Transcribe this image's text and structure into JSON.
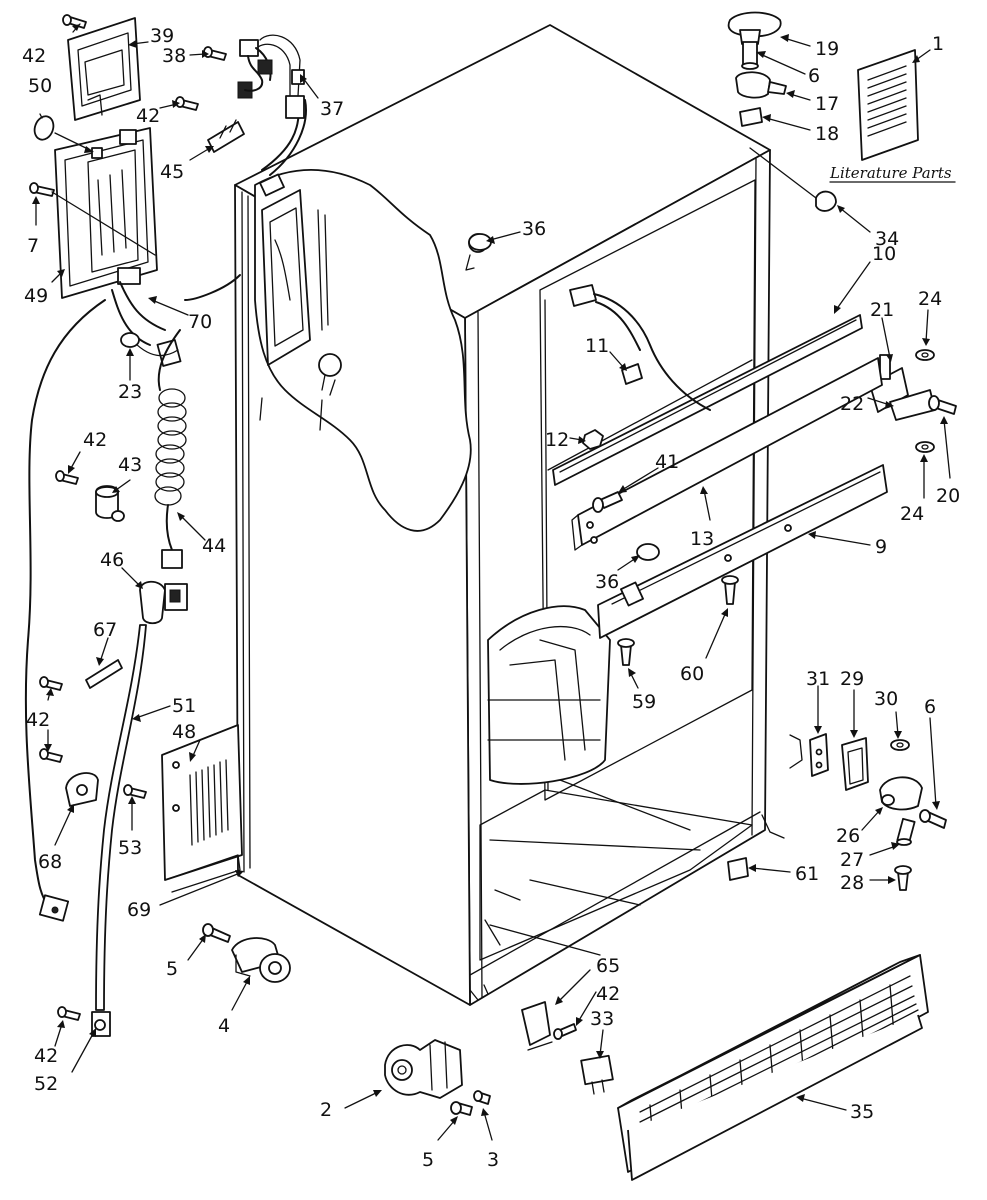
{
  "literature_caption": "Literature Parts",
  "callouts": [
    {
      "id": "c1",
      "text": "1"
    },
    {
      "id": "c2",
      "text": "2"
    },
    {
      "id": "c3",
      "text": "3"
    },
    {
      "id": "c4",
      "text": "4"
    },
    {
      "id": "c5a",
      "text": "5"
    },
    {
      "id": "c5b",
      "text": "5"
    },
    {
      "id": "c6a",
      "text": "6"
    },
    {
      "id": "c6b",
      "text": "6"
    },
    {
      "id": "c7",
      "text": "7"
    },
    {
      "id": "c9",
      "text": "9"
    },
    {
      "id": "c10",
      "text": "10"
    },
    {
      "id": "c11",
      "text": "11"
    },
    {
      "id": "c12",
      "text": "12"
    },
    {
      "id": "c13",
      "text": "13"
    },
    {
      "id": "c17",
      "text": "17"
    },
    {
      "id": "c18",
      "text": "18"
    },
    {
      "id": "c19",
      "text": "19"
    },
    {
      "id": "c20",
      "text": "20"
    },
    {
      "id": "c21",
      "text": "21"
    },
    {
      "id": "c22",
      "text": "22"
    },
    {
      "id": "c23",
      "text": "23"
    },
    {
      "id": "c24a",
      "text": "24"
    },
    {
      "id": "c24b",
      "text": "24"
    },
    {
      "id": "c26",
      "text": "26"
    },
    {
      "id": "c27",
      "text": "27"
    },
    {
      "id": "c28",
      "text": "28"
    },
    {
      "id": "c29",
      "text": "29"
    },
    {
      "id": "c30",
      "text": "30"
    },
    {
      "id": "c31",
      "text": "31"
    },
    {
      "id": "c33",
      "text": "33"
    },
    {
      "id": "c34",
      "text": "34"
    },
    {
      "id": "c35",
      "text": "35"
    },
    {
      "id": "c36a",
      "text": "36"
    },
    {
      "id": "c36b",
      "text": "36"
    },
    {
      "id": "c37",
      "text": "37"
    },
    {
      "id": "c38",
      "text": "38"
    },
    {
      "id": "c39",
      "text": "39"
    },
    {
      "id": "c41",
      "text": "41"
    },
    {
      "id": "c42a",
      "text": "42"
    },
    {
      "id": "c42b",
      "text": "42"
    },
    {
      "id": "c42c",
      "text": "42"
    },
    {
      "id": "c42d",
      "text": "42"
    },
    {
      "id": "c42e",
      "text": "42"
    },
    {
      "id": "c42f",
      "text": "42"
    },
    {
      "id": "c43",
      "text": "43"
    },
    {
      "id": "c44",
      "text": "44"
    },
    {
      "id": "c45",
      "text": "45"
    },
    {
      "id": "c46",
      "text": "46"
    },
    {
      "id": "c48",
      "text": "48"
    },
    {
      "id": "c49",
      "text": "49"
    },
    {
      "id": "c50",
      "text": "50"
    },
    {
      "id": "c51",
      "text": "51"
    },
    {
      "id": "c52",
      "text": "52"
    },
    {
      "id": "c53",
      "text": "53"
    },
    {
      "id": "c59",
      "text": "59"
    },
    {
      "id": "c60",
      "text": "60"
    },
    {
      "id": "c61",
      "text": "61"
    },
    {
      "id": "c65",
      "text": "65"
    },
    {
      "id": "c67",
      "text": "67"
    },
    {
      "id": "c68",
      "text": "68"
    },
    {
      "id": "c69",
      "text": "69"
    },
    {
      "id": "c70",
      "text": "70"
    }
  ]
}
